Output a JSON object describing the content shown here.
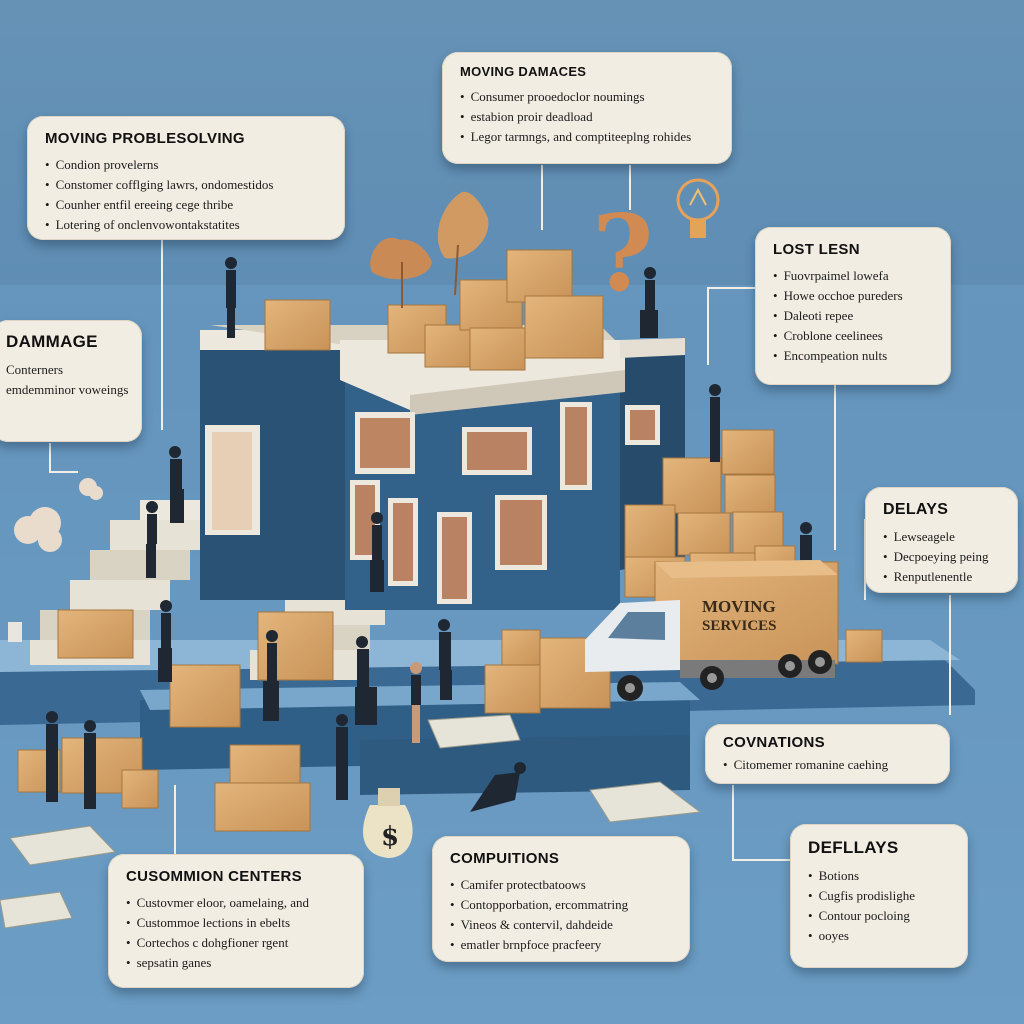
{
  "colors": {
    "background": "#5f8fb5",
    "card": "#f1ede2",
    "house_wall": "#2f5779",
    "box": "#d5a36a",
    "truck_white": "#e9ecef"
  },
  "truck_label": {
    "line1": "MOVING",
    "line2": "SERVICES"
  },
  "money_bag_symbol": "$",
  "question_mark": "?",
  "cards": {
    "moving_damages": {
      "title": "MOVING DAMACES",
      "items": [
        "Consumer prooedoclor noumings",
        "estabion proir deadload",
        "Legor tarmngs, and comptiteeplng rohides"
      ]
    },
    "moving_problesolving": {
      "title": "MOVING PROBLESOLVING",
      "items": [
        "Condion provelerns",
        "Constomer cofflging lawrs, ondomestidos",
        "Counher entfil ereeing cege thribe",
        "Lotering of onclenvowontakstatites"
      ]
    },
    "damage": {
      "title": "DAMMAGE",
      "items": [
        "Conterners",
        "emdemminor voweings"
      ]
    },
    "lost": {
      "title": "LOST LESN",
      "items": [
        "Fuovrpaimel lowefa",
        "Howe occhoe pureders",
        "Daleoti repee",
        "Croblone ceelinees",
        "Encompeation nults"
      ]
    },
    "delays": {
      "title": "DELAYS",
      "items": [
        "Lewseagele",
        "Decpoeying peing",
        "Renputlenentle"
      ]
    },
    "covnations": {
      "title": "COVNATIONS",
      "items": [
        "Citomemer romanine caehing"
      ]
    },
    "customer_centers": {
      "title": "CUSOMMION CENTERS",
      "items": [
        "Custovmer eloor, oamelaing, and",
        "Custommoe lections in ebelts",
        "Cortechos c dohgfioner rgent",
        "sepsatin ganes"
      ]
    },
    "compuitions": {
      "title": "COMPUITIONS",
      "items": [
        "Camifer protectbatoows",
        "Contopporbation, ercommatring",
        "Vineos & contervil, dahdeide",
        "ematler brnpfoce pracfeery"
      ]
    },
    "deflays": {
      "title": "DEFLLAYS",
      "items": [
        "Botions",
        "Cugfis prodislighe",
        "Contour pocloing",
        "ooyes"
      ]
    }
  }
}
